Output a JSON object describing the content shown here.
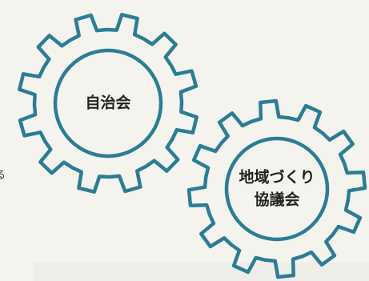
{
  "colors": {
    "gear_outline": "#2b7d96",
    "text": "#222222",
    "paper": "#f4f3ee"
  },
  "gears": [
    {
      "name": "jichikai",
      "lines": [
        "自治会"
      ],
      "icon": "gear-icon"
    },
    {
      "name": "chiiki-zukuri",
      "lines": [
        "地域づくり",
        "協議会"
      ],
      "icon": "gear-icon"
    }
  ],
  "edge_text": "る"
}
